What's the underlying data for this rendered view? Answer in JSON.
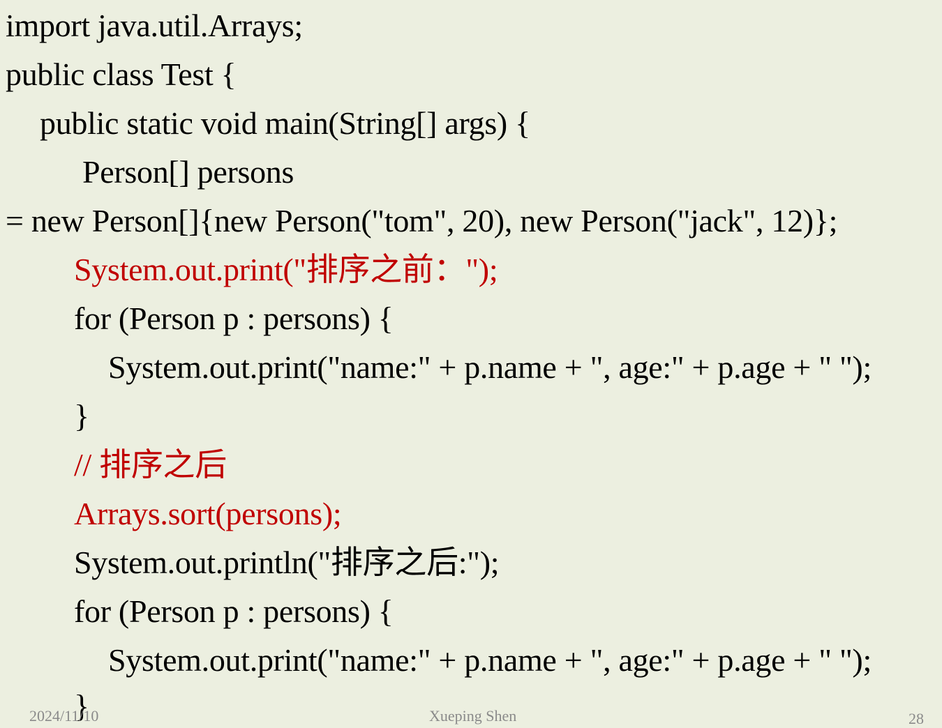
{
  "code_lines": [
    {
      "text": "import java.util.Arrays;",
      "color": "#000000"
    },
    {
      "text": "public class Test {",
      "color": "#000000"
    },
    {
      "text": "public static void main(String[] args) {",
      "color": "#000000"
    },
    {
      "text": "Person[] persons",
      "color": "#000000"
    },
    {
      "text": "= new Person[]{new Person(\"tom\", 20), new Person(\"jack\", 12)};",
      "color": "#000000"
    },
    {
      "text": "System.out.print(\"排序之前：\");",
      "color": "#c00000"
    },
    {
      "text": "for (Person p : persons) {",
      "color": "#000000"
    },
    {
      "text": "System.out.print(\"name:\" + p.name + \", age:\" + p.age + \" \");",
      "color": "#000000"
    },
    {
      "text": "}",
      "color": "#000000"
    },
    {
      "text": "// 排序之后",
      "color": "#c00000"
    },
    {
      "text": "Arrays.sort(persons);",
      "color": "#c00000"
    },
    {
      "text": "System.out.println(\"排序之后:\");",
      "color": "#000000"
    },
    {
      "text": "for (Person p : persons) {",
      "color": "#000000"
    },
    {
      "text": "System.out.print(\"name:\" + p.name + \", age:\" + p.age + \" \");",
      "color": "#000000"
    },
    {
      "text": "}",
      "color": "#000000"
    }
  ],
  "footer": {
    "date": "2024/11/10",
    "author": "Xueping Shen",
    "page_number": "28"
  }
}
